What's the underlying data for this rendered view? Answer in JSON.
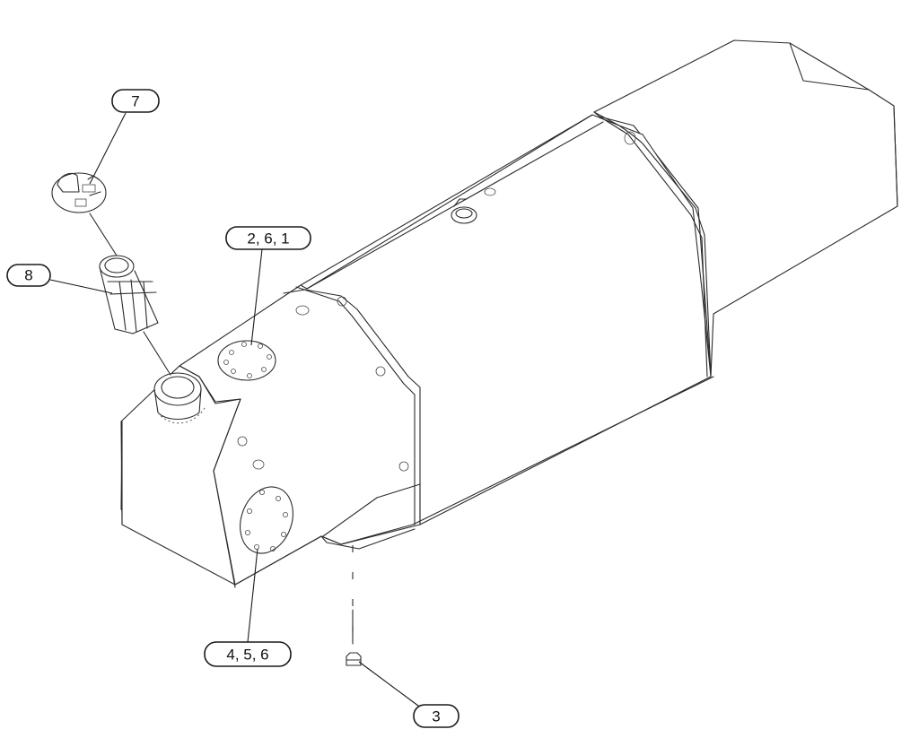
{
  "callouts": {
    "c7": "7",
    "c8": "8",
    "c261": "2, 6, 1",
    "c456": "4, 5, 6",
    "c3": "3"
  },
  "colors": {
    "line": "#2b2b2b",
    "background": "#ffffff"
  }
}
